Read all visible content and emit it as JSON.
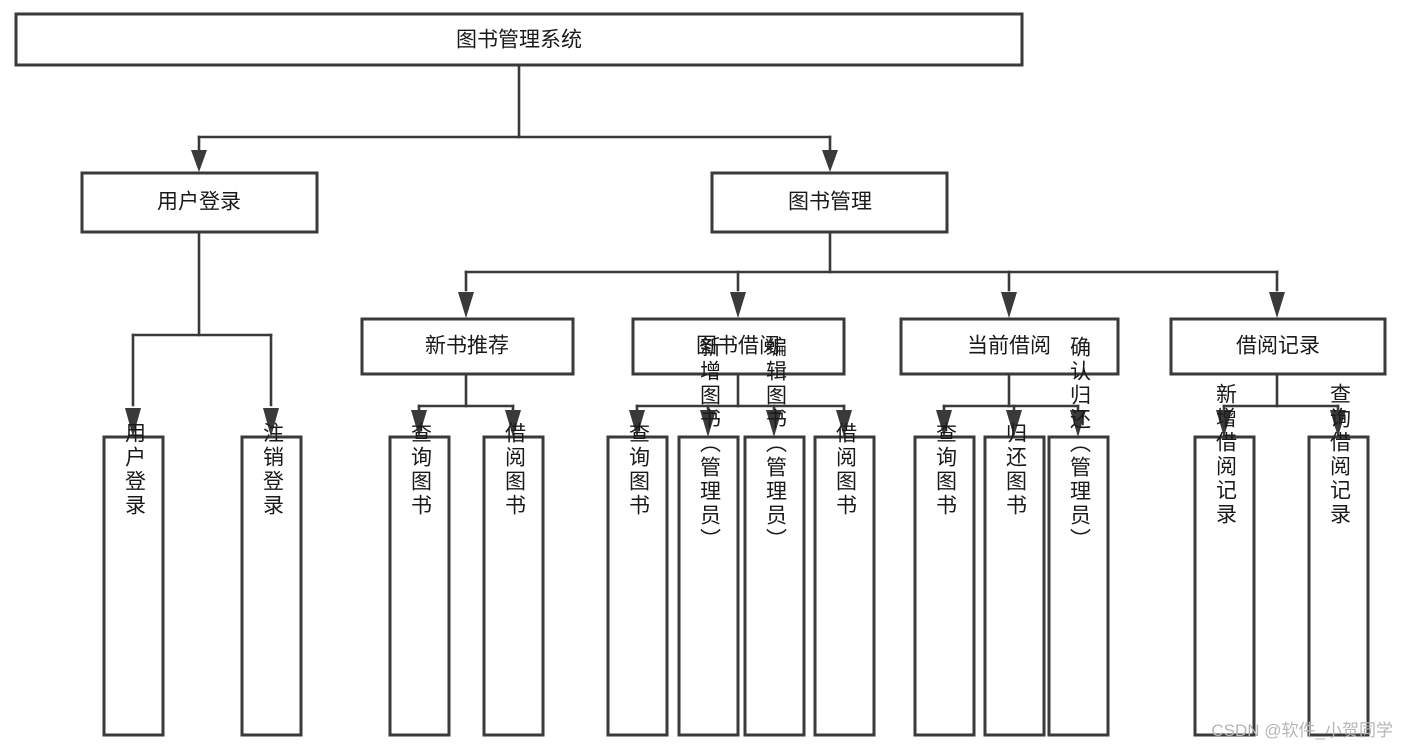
{
  "diagram": {
    "type": "hierarchy-tree",
    "title_node": {
      "label": "图书管理系统"
    },
    "level2": [
      {
        "id": "user-login",
        "label": "用户登录"
      },
      {
        "id": "book-management",
        "label": "图书管理"
      }
    ],
    "level3": [
      {
        "id": "new-book-recommend",
        "label": "新书推荐",
        "parent": "book-management"
      },
      {
        "id": "book-borrow",
        "label": "图书借阅",
        "parent": "book-management"
      },
      {
        "id": "current-borrow",
        "label": "当前借阅",
        "parent": "book-management"
      },
      {
        "id": "borrow-record",
        "label": "借阅记录",
        "parent": "book-management"
      }
    ],
    "leaves": {
      "user-login": [
        {
          "id": "leaf-user-login",
          "label": "用户登录"
        },
        {
          "id": "leaf-logout",
          "label": "注销登录"
        }
      ],
      "new-book-recommend": [
        {
          "id": "leaf-query-book-1",
          "label": "查询图书"
        },
        {
          "id": "leaf-borrow-book-1",
          "label": "借阅图书"
        }
      ],
      "book-borrow": [
        {
          "id": "leaf-query-book-2",
          "label": "查询图书"
        },
        {
          "id": "leaf-add-book",
          "label": "新增图书（管理员）"
        },
        {
          "id": "leaf-edit-book",
          "label": "编辑图书（管理员）"
        },
        {
          "id": "leaf-borrow-book-2",
          "label": "借阅图书"
        }
      ],
      "current-borrow": [
        {
          "id": "leaf-query-book-3",
          "label": "查询图书"
        },
        {
          "id": "leaf-return-book",
          "label": "归还图书"
        },
        {
          "id": "leaf-confirm-return",
          "label": "确认归还（管理员）"
        }
      ],
      "borrow-record": [
        {
          "id": "leaf-add-record",
          "label": "新增借阅记录"
        },
        {
          "id": "leaf-query-record",
          "label": "查询借阅记录"
        }
      ]
    }
  },
  "watermark": {
    "text": "CSDN @软件_小贺同学"
  },
  "colors": {
    "box_stroke": "#3a3a3a",
    "box_fill": "#ffffff",
    "text": "#1a1a1a",
    "watermark": "#b6b6b6",
    "background": "#ffffff"
  }
}
